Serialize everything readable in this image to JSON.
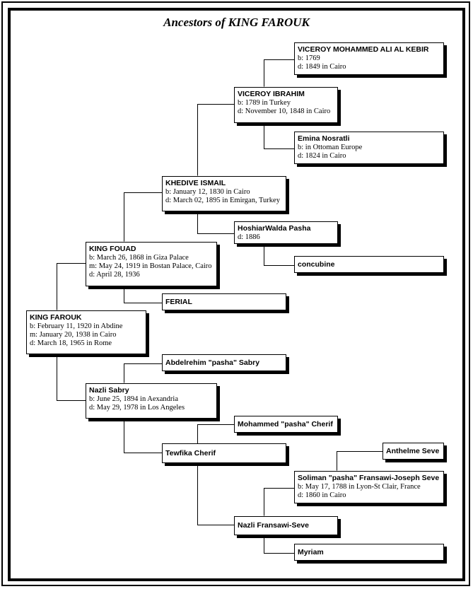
{
  "title": "Ancestors of KING FAROUK",
  "people": {
    "mohammed_ali": {
      "name": "VICEROY MOHAMMED ALI AL KEBIR",
      "lines": [
        "b: 1769",
        "d: 1849 in Cairo"
      ]
    },
    "ibrahim": {
      "name": "VICEROY IBRAHIM",
      "lines": [
        "b: 1789 in Turkey",
        "d: November 10, 1848 in Cairo"
      ]
    },
    "emina": {
      "name": "Emina Nosratli",
      "lines": [
        "b: in Ottoman Europe",
        "d: 1824 in Cairo"
      ]
    },
    "ismail": {
      "name": "KHEDIVE ISMAIL",
      "lines": [
        "b: January 12, 1830 in Cairo",
        "d: March 02, 1895 in Emirgan, Turkey"
      ]
    },
    "hoshiar": {
      "name": "HoshiarWalda Pasha",
      "lines": [
        "d: 1886"
      ]
    },
    "concubine": {
      "name": "concubine"
    },
    "fouad": {
      "name": "KING FOUAD",
      "lines": [
        "b: March 26, 1868 in Giza Palace",
        "m: May 24, 1919 in Bostan Palace, Cairo",
        "d: April 28, 1936"
      ]
    },
    "ferial": {
      "name": "FERIAL"
    },
    "farouk": {
      "name": "KING FAROUK",
      "lines": [
        "b: February 11, 1920 in Abdine",
        "m: January 20, 1938 in Cairo",
        "d: March 18, 1965 in Rome"
      ]
    },
    "abdelrehim": {
      "name": "Abdelrehim \"pasha\" Sabry"
    },
    "nazli": {
      "name": "Nazli Sabry",
      "lines": [
        "b: June 25, 1894 in Aexandria",
        "d: May 29, 1978 in Los Angeles"
      ]
    },
    "mohammed_cherif": {
      "name": "Mohammed \"pasha\" Cherif"
    },
    "tewfika": {
      "name": "Tewfika Cherif"
    },
    "anthelme": {
      "name": "Anthelme Seve"
    },
    "soliman": {
      "name": "Soliman \"pasha\" Fransawi-Joseph Seve",
      "lines": [
        "b: May 17, 1788 in Lyon-St Clair, France",
        "d: 1860 in Cairo"
      ]
    },
    "nazli_fs": {
      "name": "Nazli Fransawi-Seve"
    },
    "myriam": {
      "name": "Myriam"
    }
  }
}
